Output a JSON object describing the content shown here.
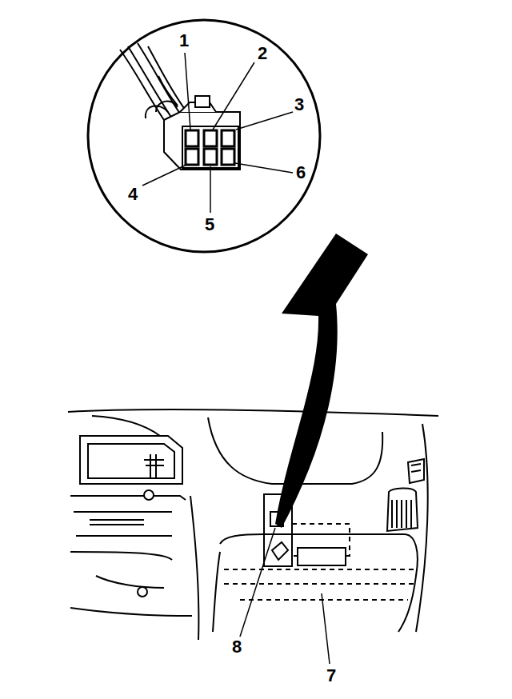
{
  "diagram": {
    "labels": [
      "1",
      "2",
      "3",
      "4",
      "5",
      "6",
      "8",
      "7"
    ]
  }
}
